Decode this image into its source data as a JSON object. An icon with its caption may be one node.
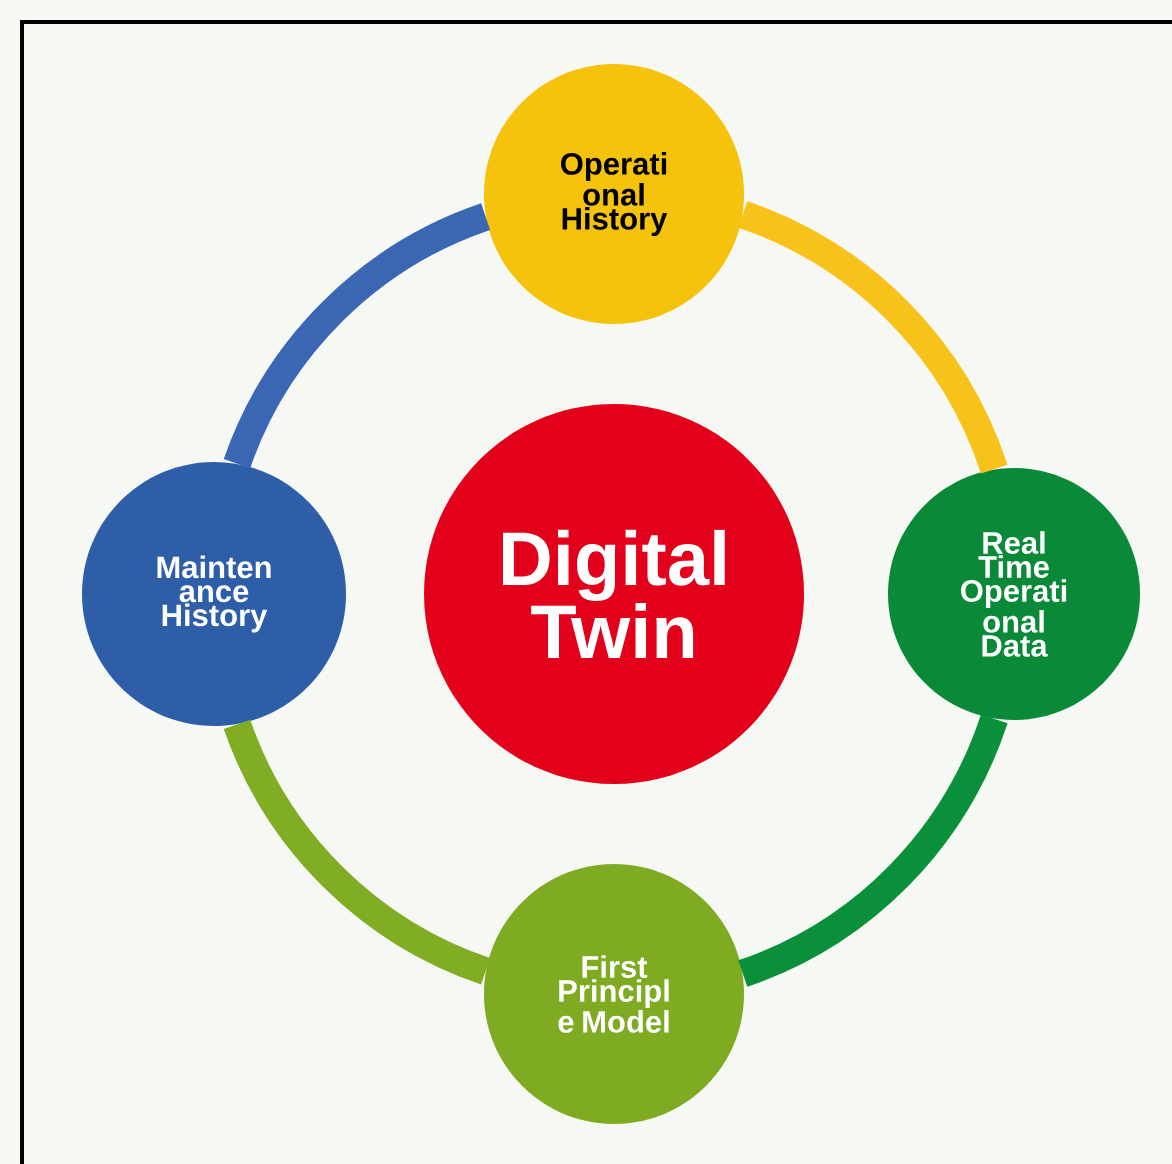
{
  "diagram": {
    "nodes": [
      {
        "text": [
          "Digital Twin"
        ]
      },
      {
        "text": [
          "Operati onal History"
        ]
      },
      {
        "text": [
          "Real Time Operati onal Data"
        ]
      },
      {
        "text": [
          "First Principl e Model"
        ]
      },
      {
        "text": [
          "Mainten ance History"
        ]
      }
    ],
    "edges": [
      {
        "from": 1,
        "to": 2,
        "arrow": "none",
        "color": "#f7c31a"
      },
      {
        "from": 2,
        "to": 3,
        "arrow": "none",
        "color": "#0a8f3a"
      },
      {
        "from": 3,
        "to": 4,
        "arrow": "none",
        "color": "#80ad24"
      },
      {
        "from": 4,
        "to": 1,
        "arrow": "none",
        "color": "#3b66b3"
      }
    ]
  }
}
